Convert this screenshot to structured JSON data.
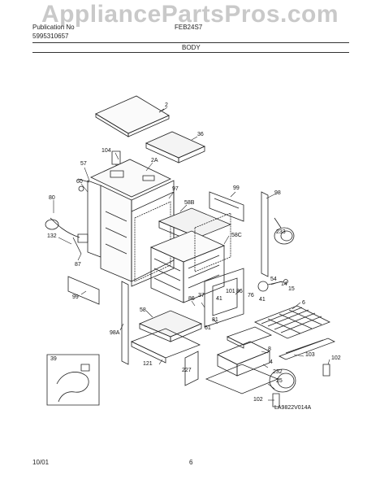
{
  "watermark": "AppliancePartsPros.com",
  "header": {
    "left_line1": "Publication No",
    "left_line2": "5995310657",
    "model": "FEB24S7",
    "section_title": "BODY"
  },
  "footer": {
    "date": "10/01",
    "page": "6"
  },
  "figure_code": "LA9822V014A",
  "callouts": {
    "c2": "2",
    "c36": "36",
    "c104": "104",
    "c2A": "2A",
    "c57": "57",
    "c60": "60",
    "c97": "97",
    "c99a": "99",
    "c98": "98",
    "c80": "80",
    "c58B": "58B",
    "c233": "233",
    "c132": "132",
    "c58C": "58C",
    "c87": "87",
    "c99b": "99",
    "c54": "54",
    "c14": "14",
    "c15": "15",
    "c101": "101",
    "c86a": "86",
    "c76": "76",
    "c86b": "86",
    "c37": "37",
    "c41a": "41",
    "c41b": "41",
    "c6": "6",
    "c58": "58",
    "c61": "61",
    "c98A": "98A",
    "c81": "81",
    "c8": "8",
    "c121": "121",
    "c103": "103",
    "c102a": "102",
    "c39": "39",
    "c4": "4",
    "c227": "227",
    "c232": "232",
    "c25": "25",
    "c102b": "102"
  }
}
